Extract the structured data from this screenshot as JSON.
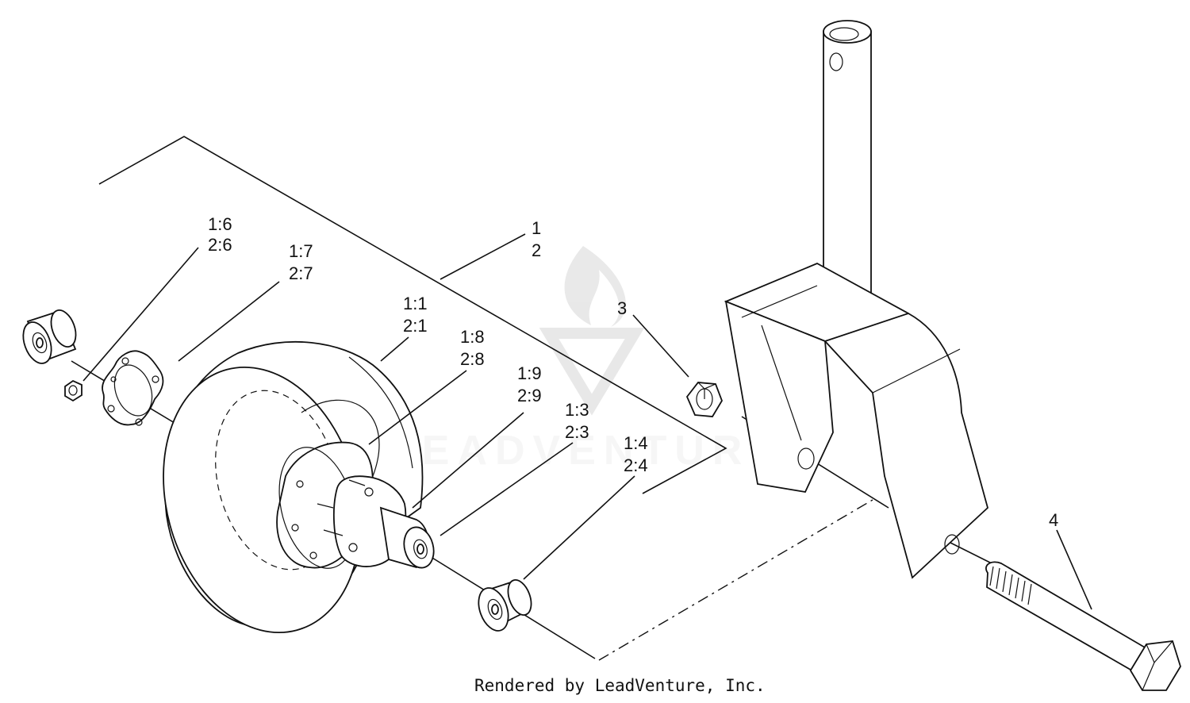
{
  "callouts": {
    "c1_6": [
      "1:6",
      "2:6"
    ],
    "c1_7": [
      "1:7",
      "2:7"
    ],
    "c1_1": [
      "1:1",
      "2:1"
    ],
    "c1_2": [
      "1",
      "2"
    ],
    "c1_8": [
      "1:8",
      "2:8"
    ],
    "c1_9": [
      "1:9",
      "2:9"
    ],
    "c1_3": [
      "1:3",
      "2:3"
    ],
    "c1_4": [
      "1:4",
      "2:4"
    ],
    "c3": "3",
    "c4": "4"
  },
  "footer": "Rendered by LeadVenture, Inc.",
  "watermark": {
    "logo": "leadventure-flame-logo",
    "text": "LEADVENTURE"
  },
  "colors": {
    "ink": "#111111",
    "watermark": "#c8c8c8"
  }
}
